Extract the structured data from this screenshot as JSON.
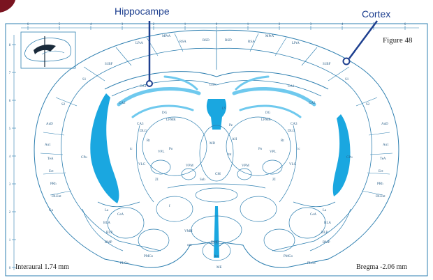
{
  "callouts": {
    "hippocampus": "Hippocampe",
    "cortex": "Cortex"
  },
  "figure_label": "Figure 48",
  "interaural": "Interaural 1.74 mm",
  "bregma": "Bregma -2.06 mm",
  "top_ruler": [
    "6",
    "5",
    "4",
    "3",
    "2",
    "1",
    "0",
    "1",
    "2",
    "3",
    "4",
    "5",
    "6"
  ],
  "left_ruler": [
    "8",
    "7",
    "6",
    "5",
    "4",
    "3",
    "2",
    "1",
    "0"
  ],
  "regions": {
    "rsa": "RSA",
    "rsd": "RSD",
    "mpta": "MPtA",
    "lpta": "LPtA",
    "s1": "S1",
    "s1bf": "S1BF",
    "s2": "S2",
    "aud": "AuD",
    "au1": "Au1",
    "tea": "TeA",
    "ect": "Ect",
    "prh": "PRh",
    "dlent": "DLEnt",
    "ca1": "CA1",
    "ca2": "CA2",
    "ca3": "CA3",
    "dg": "DG",
    "lv": "LV",
    "d3v": "D3V",
    "ic": "ic",
    "cpu": "CPu",
    "vpm": "VPM",
    "vpl": "VPL",
    "po": "Po",
    "lpmr": "LPMR",
    "dlg": "DLG",
    "vlg": "VLG",
    "md": "MD",
    "cm": "CM",
    "rt": "Rt",
    "zi": "ZI",
    "sub": "Sub",
    "dmd": "DMD",
    "vmh": "VMH",
    "arc": "Arc",
    "me": "ME",
    "la": "La",
    "bla": "BLA",
    "blp": "BLP",
    "cea": "CeA",
    "bmp": "BMP",
    "pmco": "PMCo",
    "plco": "PLCo",
    "opt": "opt",
    "f": "f",
    "mt": "mt",
    "ah": "AH",
    "pe": "Pe",
    "gu": "Gu"
  },
  "colors": {
    "outline": "#2e7fb0",
    "fill_blue": "#1aa7e0",
    "light_blue": "#6fc9ee",
    "callout_line": "#1d3f8f"
  }
}
